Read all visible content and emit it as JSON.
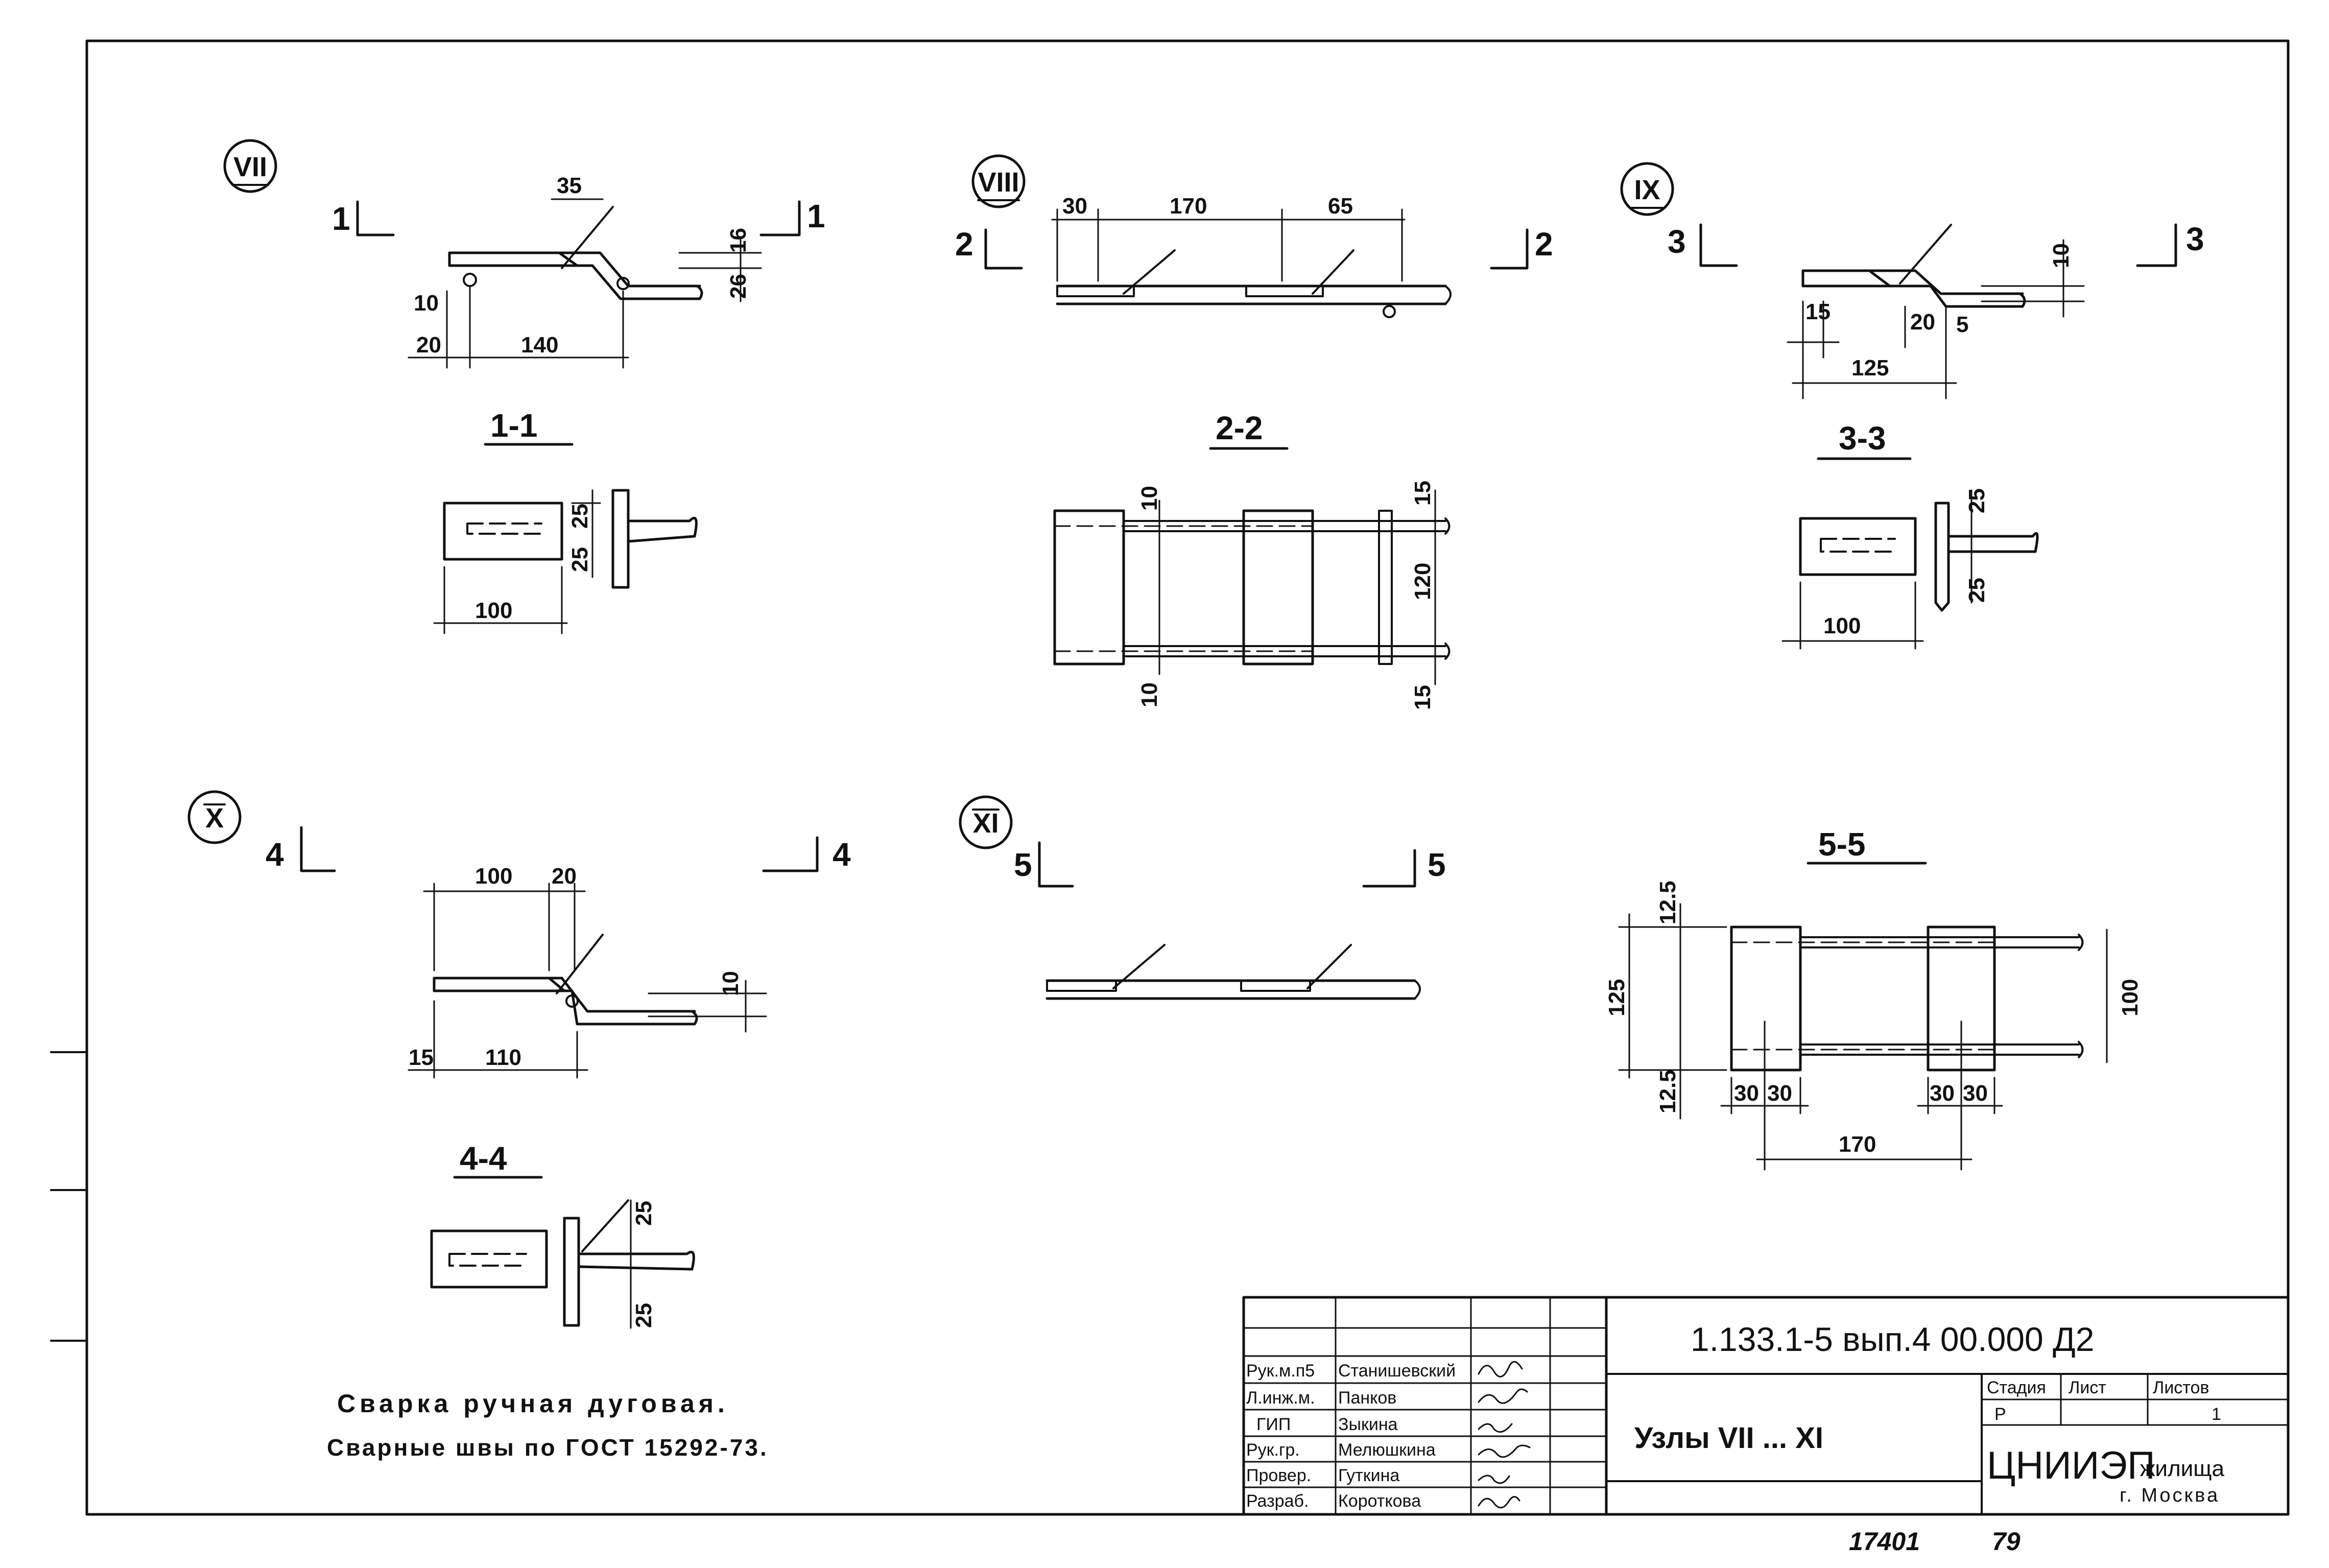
{
  "nodes": [
    {
      "label": "VII",
      "section": "1-1",
      "cut": "1"
    },
    {
      "label": "VIII",
      "section": "2-2",
      "cut": "2"
    },
    {
      "label": "IX",
      "section": "3-3",
      "cut": "3"
    },
    {
      "label": "X",
      "section": "4-4",
      "cut": "4"
    },
    {
      "label": "XI",
      "section": "5-5",
      "cut": "5"
    }
  ],
  "dims": {
    "n7": {
      "d35": "35",
      "d16": "16",
      "d26": "26",
      "d10": "10",
      "d20": "20",
      "d140": "140"
    },
    "s11": {
      "d25a": "25",
      "d25b": "25",
      "d100": "100"
    },
    "n8": {
      "d30": "30",
      "d170": "170",
      "d65": "65"
    },
    "s22": {
      "d10a": "10",
      "d10b": "10",
      "d15a": "15",
      "d15b": "15",
      "d120": "120"
    },
    "n9": {
      "d10": "10",
      "d15": "15",
      "d20": "20",
      "d5": "5",
      "d125": "125"
    },
    "s33": {
      "d25a": "25",
      "d25b": "25",
      "d100": "100"
    },
    "n10": {
      "d100": "100",
      "d20": "20",
      "d10": "10",
      "d15": "15",
      "d110": "110"
    },
    "s44": {
      "d25a": "25",
      "d25b": "25"
    },
    "s55": {
      "d125a": "12.5",
      "d125": "125",
      "d125b": "12.5",
      "d100": "100",
      "d30a": "30",
      "d30b": "30",
      "d30c": "30",
      "d30d": "30",
      "d170": "170"
    }
  },
  "notes": {
    "line1": "Сварка ручная дуговая.",
    "line2": "Сварные швы по  ГОСТ 15292-73."
  },
  "title_block": {
    "signatures": [
      {
        "role": "Рук.м.п5",
        "name": "Станишевский"
      },
      {
        "role": "Л.инж.м.",
        "name": "Панков"
      },
      {
        "role": "ГИП",
        "name": "Зыкина"
      },
      {
        "role": "Рук.гр.",
        "name": "Мелюшкина"
      },
      {
        "role": "Провер.",
        "name": "Гуткина"
      },
      {
        "role": "Разраб.",
        "name": "Короткова"
      }
    ],
    "doc_code": "1.133.1-5 вып.4  00.000 Д2",
    "sheet_title": "Узлы VII ... XI",
    "stage_header": "Стадия",
    "sheet_header": "Лист",
    "sheets_header": "Листов",
    "stage": "Р",
    "sheets": "1",
    "org": "ЦНИИЭП",
    "org_suffix": "жилища",
    "city": "г. Москва"
  },
  "footer": {
    "number": "17401",
    "page": "79"
  }
}
